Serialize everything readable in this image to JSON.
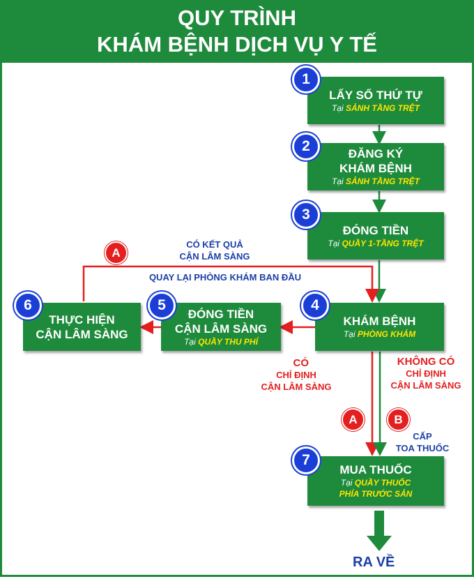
{
  "header": {
    "line1": "QUY TRÌNH",
    "line2": "KHÁM BỆNH DỊCH VỤ Y TẾ"
  },
  "steps": [
    {
      "num": "1",
      "title": "LẤY SỐ THỨ TỰ",
      "prefix": "Tại",
      "location": "SẢNH TẦNG TRỆT"
    },
    {
      "num": "2",
      "title1": "ĐĂNG KÝ",
      "title2": "KHÁM BỆNH",
      "prefix": "Tại",
      "location": "SẢNH TẦNG TRỆT"
    },
    {
      "num": "3",
      "title": "ĐÓNG TIỀN",
      "prefix": "Tại",
      "location": "QUẦY 1-TẦNG TRỆT"
    },
    {
      "num": "4",
      "title": "KHÁM BỆNH",
      "prefix": "Tại",
      "location": "PHÒNG KHÁM"
    },
    {
      "num": "5",
      "title1": "ĐÓNG TIỀN",
      "title2": "CẬN LÂM SÀNG",
      "prefix": "Tại",
      "location": "QUẦY THU PHÍ"
    },
    {
      "num": "6",
      "title1": "THỰC HIỆN",
      "title2": "CẬN LÂM SÀNG"
    },
    {
      "num": "7",
      "title": "MUA THUỐC",
      "prefix": "Tại",
      "location1": "QUẦY THUỐC",
      "location2": "PHÍA TRƯỚC SẢN"
    }
  ],
  "labels": {
    "result_line1": "CÓ KẾT QUẢ",
    "result_line2": "CẬN LÂM SÀNG",
    "return": "QUAY LẠI PHÒNG KHÁM BAN ĐẦU",
    "yes_head": "CÓ",
    "yes_line1": "CHỈ ĐỊNH",
    "yes_line2": "CẬN LÂM SÀNG",
    "no_head": "KHÔNG CÓ",
    "no_line1": "CHỈ ĐỊNH",
    "no_line2": "CẬN LÂM SÀNG",
    "rx_line1": "CẤP",
    "rx_line2": "TOA THUỐC",
    "final": "RA VỀ"
  },
  "markers": {
    "a": "A",
    "b": "B"
  },
  "colors": {
    "green": "#1e8a3c",
    "blue": "#1b3fd6",
    "red": "#e31f1f",
    "yellow": "#ffe600"
  }
}
